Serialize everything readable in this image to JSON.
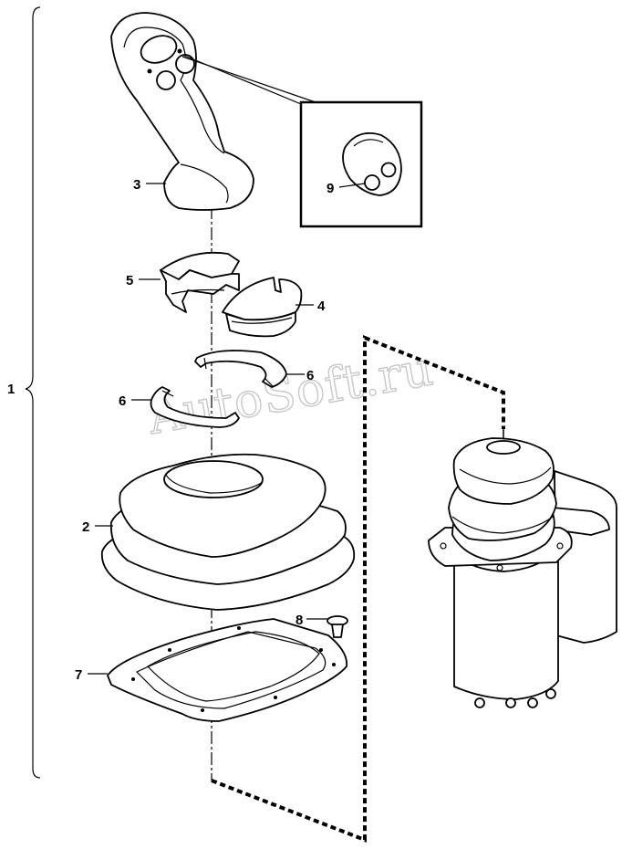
{
  "diagram": {
    "labels": {
      "l1": "1",
      "l2": "2",
      "l3": "3",
      "l4": "4",
      "l5": "5",
      "l6a": "6",
      "l6b": "6",
      "l7": "7",
      "l8": "8",
      "l9": "9"
    },
    "watermark": "AutoSoft.ru"
  }
}
